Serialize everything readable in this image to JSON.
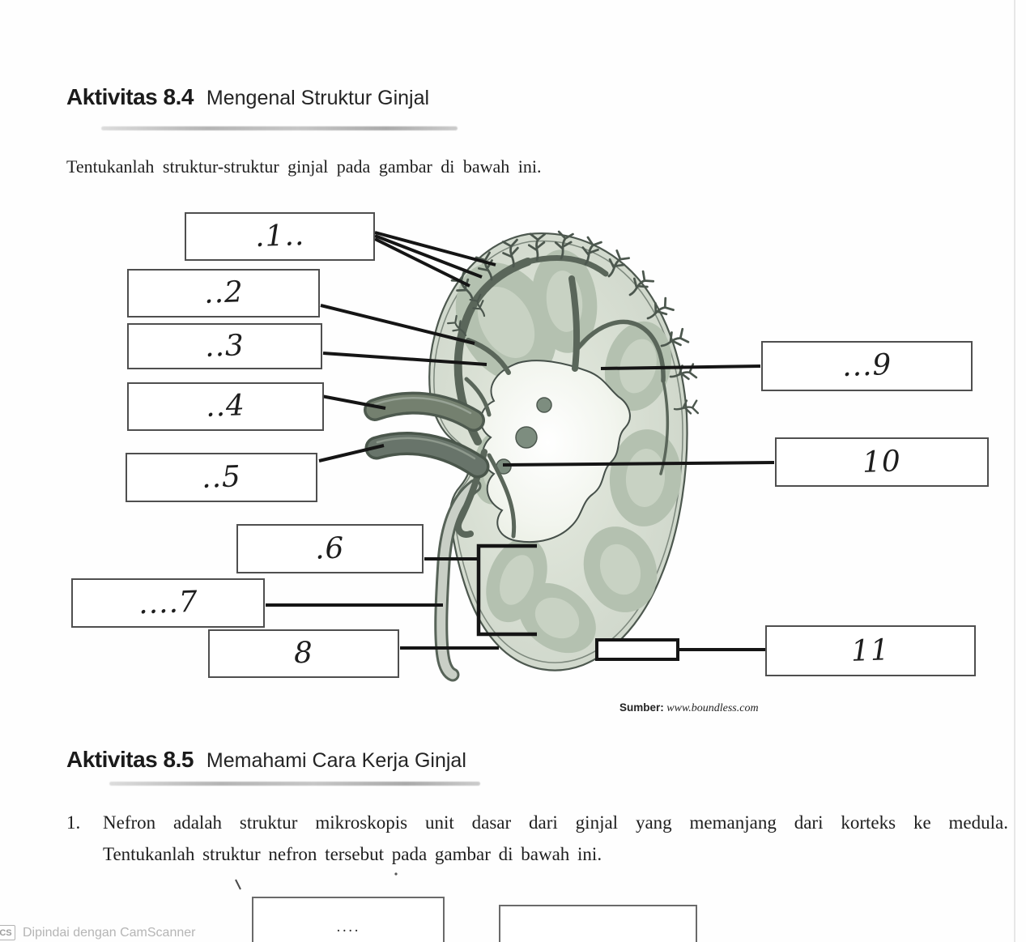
{
  "activity84": {
    "heading": "Aktivitas 8.4",
    "subtitle": "Mengenal Struktur Ginjal",
    "instruction": "Tentukanlah struktur-struktur ginjal pada gambar di bawah ini."
  },
  "diagram": {
    "answer_boxes": [
      {
        "id": 1,
        "text": ".1.."
      },
      {
        "id": 2,
        "text": "..2"
      },
      {
        "id": 3,
        "text": "..3"
      },
      {
        "id": 4,
        "text": "..4"
      },
      {
        "id": 5,
        "text": "..5"
      },
      {
        "id": 6,
        "text": ".6"
      },
      {
        "id": 7,
        "text": "....7"
      },
      {
        "id": 8,
        "text": "8"
      },
      {
        "id": 9,
        "text": "...9"
      },
      {
        "id": 10,
        "text": "10"
      },
      {
        "id": 11,
        "text": "11"
      }
    ],
    "source_label": "Sumber:",
    "source_value": "www.boundless.com"
  },
  "activity85": {
    "heading": "Aktivitas 8.5",
    "subtitle": "Memahami Cara Kerja Ginjal",
    "q1_number": "1.",
    "q1_line1": "Nefron adalah struktur mikroskopis unit dasar dari ginjal yang memanjang dari korteks ke medula.",
    "q1_line2": "Tentukanlah struktur nefron tersebut pada gambar di bawah ini."
  },
  "bottom": {
    "box1_dots": "...."
  },
  "footer": {
    "badge": "CS",
    "text": "Dipindai dengan CamScanner"
  }
}
